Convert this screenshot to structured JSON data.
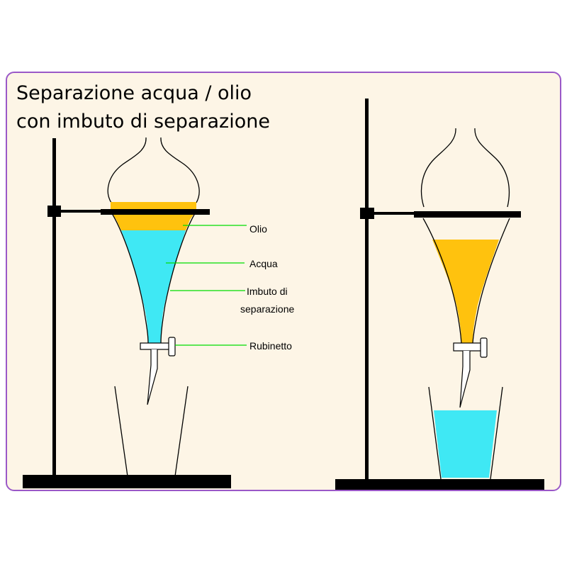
{
  "title": {
    "line1": "Separazione acqua / olio",
    "line2": "con imbuto di separazione"
  },
  "labels": {
    "oil": "Olio",
    "water": "Acqua",
    "funnel_line1": "Imbuto di",
    "funnel_line2": "separazione",
    "tap": "Rubinetto"
  },
  "colors": {
    "panel_background": "#fdf5e6",
    "panel_border": "#9a58c8",
    "oil": "#ffc20e",
    "water": "#3fe8f4",
    "leader_line": "#00dd00",
    "stand": "#000000"
  }
}
